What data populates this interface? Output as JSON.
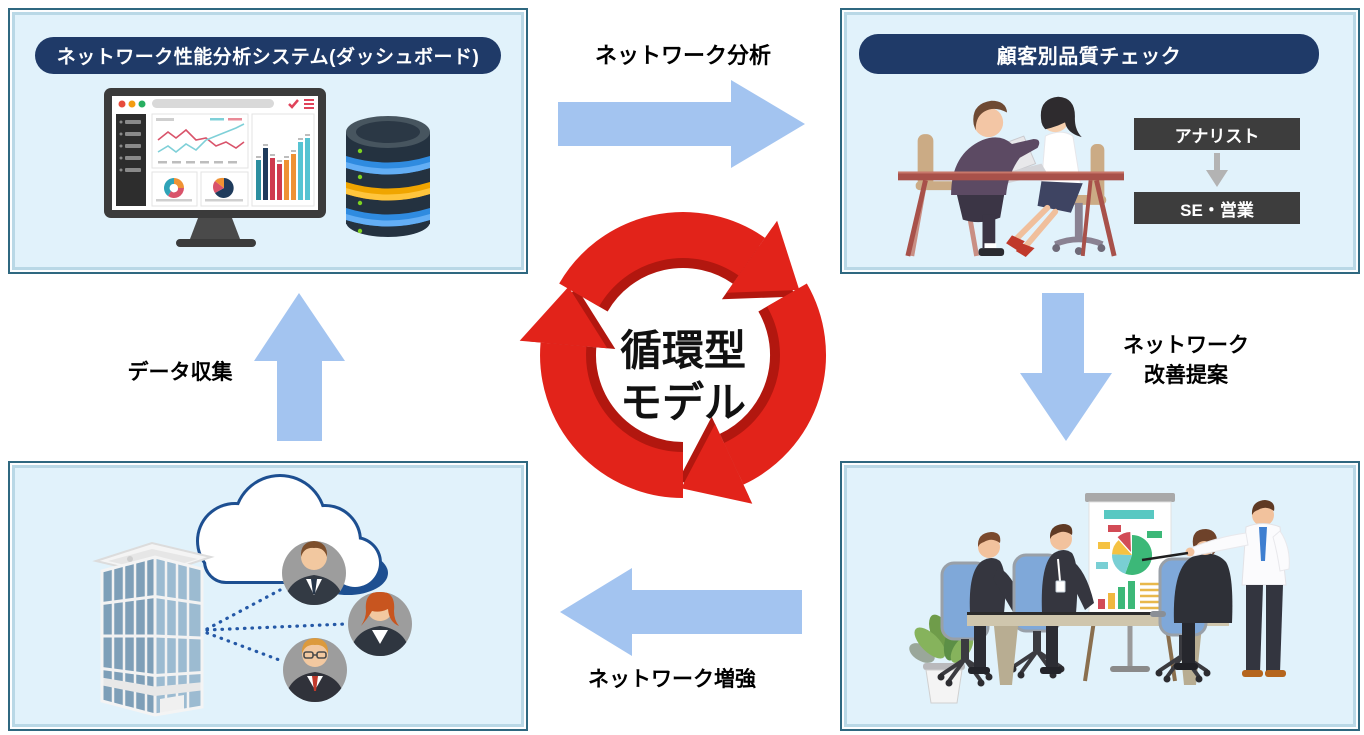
{
  "panels": {
    "dashboard": {
      "title": "ネットワーク性能分析システム(ダッシュボード)"
    },
    "quality_check": {
      "title": "顧客別品質チェック",
      "role_from": "アナリスト",
      "role_to": "SE・営業"
    }
  },
  "center": {
    "line1": "循環型",
    "line2": "モデル"
  },
  "arrows": {
    "top": "ネットワーク分析",
    "right_line1": "ネットワーク",
    "right_line2": "改善提案",
    "bottom": "ネットワーク増強",
    "left": "データ収集"
  },
  "colors": {
    "panel_fill": "#e1f2fb",
    "panel_border": "#2f6880",
    "title_pill_bg": "#1f3a68",
    "flow_arrow_blue": "#a3c4f0",
    "cycle_red": "#e2231a",
    "cycle_red_shadow": "#b2170f",
    "role_box_bg": "#3d3d3d",
    "cloud_outline_navy": "#1d4f91"
  },
  "icons": [
    "cycle-arrows-icon",
    "monitor-dashboard-icon",
    "database-icon",
    "down-arrow-icon",
    "cloud-icon",
    "building-icon",
    "avatar",
    "presentation-board-icon"
  ]
}
